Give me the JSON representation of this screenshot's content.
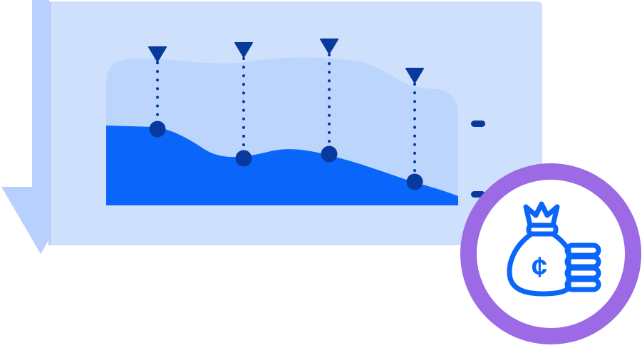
{
  "colors": {
    "panel": "#cfe0fd",
    "panel_shadow": "#b9cffb",
    "arrow": "#b8d0fd",
    "area_back": "#bcd5fd",
    "area_front": "#0a65fb",
    "marker": "#073a9c",
    "ring": "#9b6ae4",
    "icon": "#0a65fb"
  },
  "icons": {
    "decrease_arrow": "down-arrow-icon",
    "money": "money-bag-coins-icon",
    "currency": "cent-sign-icon"
  },
  "illustration": {
    "series_front": [
      0.72,
      0.44,
      0.47,
      0.17
    ],
    "series_back": [
      1.0,
      1.0,
      1.0,
      0.92
    ],
    "currency_symbol": "¢"
  }
}
